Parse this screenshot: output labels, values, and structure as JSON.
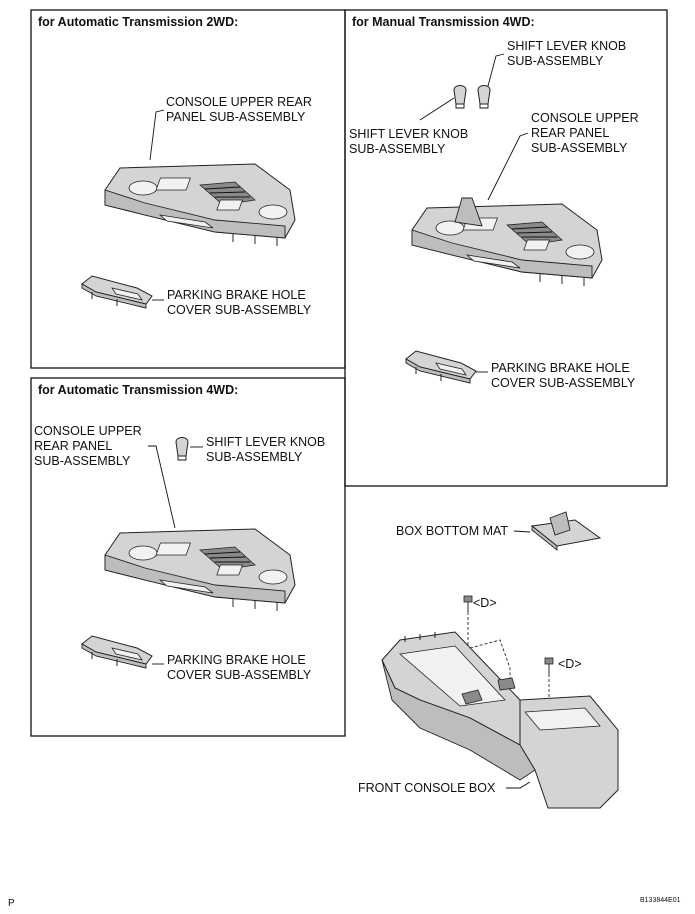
{
  "panels": {
    "at2wd": {
      "title": "for Automatic Transmission 2WD:",
      "console_label": [
        "CONSOLE UPPER REAR",
        "PANEL SUB-ASSEMBLY"
      ],
      "brake_label": [
        "PARKING BRAKE HOLE",
        "COVER SUB-ASSEMBLY"
      ]
    },
    "mt4wd": {
      "title": "for Manual Transmission 4WD:",
      "knob_label_a": [
        "SHIFT LEVER KNOB",
        "SUB-ASSEMBLY"
      ],
      "knob_label_b": [
        "SHIFT LEVER KNOB",
        "SUB-ASSEMBLY"
      ],
      "console_label": [
        "CONSOLE UPPER",
        "REAR PANEL",
        "SUB-ASSEMBLY"
      ],
      "brake_label": [
        "PARKING BRAKE HOLE",
        "COVER SUB-ASSEMBLY"
      ]
    },
    "at4wd": {
      "title": "for Automatic Transmission 4WD:",
      "console_label": [
        "CONSOLE UPPER",
        "REAR PANEL",
        "SUB-ASSEMBLY"
      ],
      "knob_label": [
        "SHIFT LEVER KNOB",
        "SUB-ASSEMBLY"
      ],
      "brake_label": [
        "PARKING BRAKE HOLE",
        "COVER SUB-ASSEMBLY"
      ]
    }
  },
  "lower": {
    "mat_label": "BOX BOTTOM MAT",
    "bolt_label_a": "<D>",
    "bolt_label_b": "<D>",
    "box_label": "FRONT CONSOLE BOX"
  },
  "corner_left": "P",
  "corner_right": "B133844E01"
}
